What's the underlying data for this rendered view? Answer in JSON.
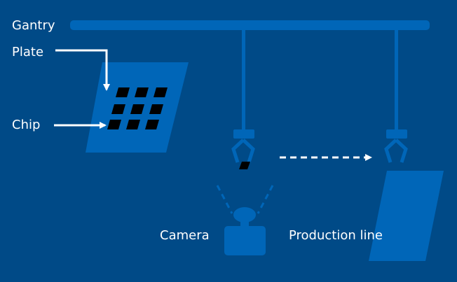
{
  "labels": {
    "gantry": "Gantry",
    "plate": "Plate",
    "chip": "Chip",
    "camera": "Camera",
    "production_line": "Production line"
  },
  "colors": {
    "background": "#004a87",
    "component": "#0066b8",
    "chip": "#000000",
    "arrow": "#ffffff"
  },
  "icons": [
    "gantry-rail",
    "gripper-icon",
    "camera-icon",
    "chip-tray",
    "conveyor-belt"
  ]
}
